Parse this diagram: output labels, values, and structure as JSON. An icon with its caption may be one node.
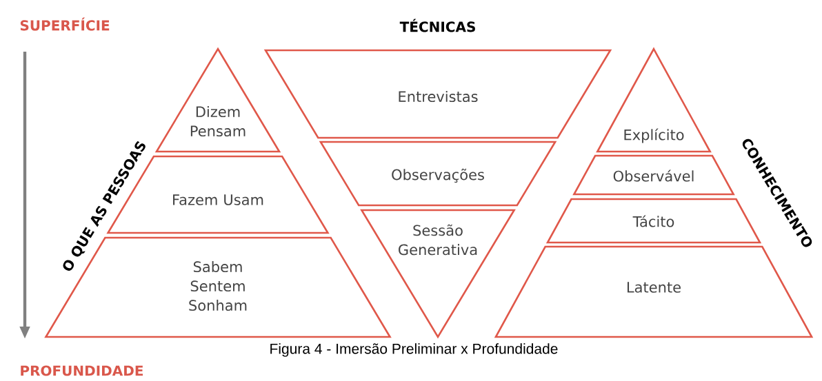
{
  "diagram": {
    "caption": "Figura 4 - Imersão Preliminar x Profundidade",
    "nodes": [
      {
        "text": [
          "Dizem Pensam"
        ]
      },
      {
        "text": [
          "Fazem Usam"
        ]
      },
      {
        "text": [
          "Sabem Sentem Sonham"
        ]
      },
      {
        "text": [
          "Entrevistas"
        ]
      },
      {
        "text": [
          "Observações"
        ]
      },
      {
        "text": [
          "Sessão Generativa"
        ]
      },
      {
        "text": [
          "Explícito"
        ]
      },
      {
        "text": [
          "Observável"
        ]
      },
      {
        "text": [
          "Tácito"
        ]
      },
      {
        "text": [
          "Latente"
        ]
      }
    ],
    "labels": [
      "SUPERFÍCIE",
      "TÉCNICAS",
      "O QUE AS PESSOAS",
      "CONHECIMENTO",
      "PROFUNDIDADE"
    ]
  }
}
